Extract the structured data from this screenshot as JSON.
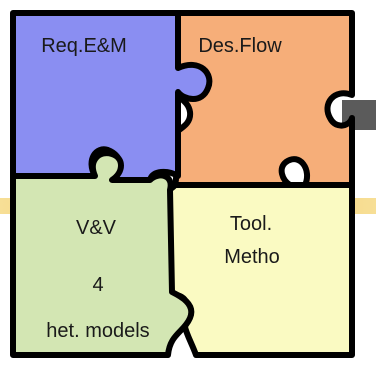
{
  "puzzle": {
    "pieces": [
      {
        "id": "req-em",
        "lines": [
          "Req.E&M"
        ],
        "fill": "#8a8ef2"
      },
      {
        "id": "des-flow",
        "lines": [
          "Des.Flow"
        ],
        "fill": "#f6ae79"
      },
      {
        "id": "vv",
        "lines": [
          "V&V",
          "4",
          "het. models"
        ],
        "fill": "#d3e6b3"
      },
      {
        "id": "tool",
        "lines": [
          "Tool.",
          "Metho"
        ],
        "fill": "#fafac2"
      }
    ],
    "background_band_color": "#f3c24b"
  }
}
